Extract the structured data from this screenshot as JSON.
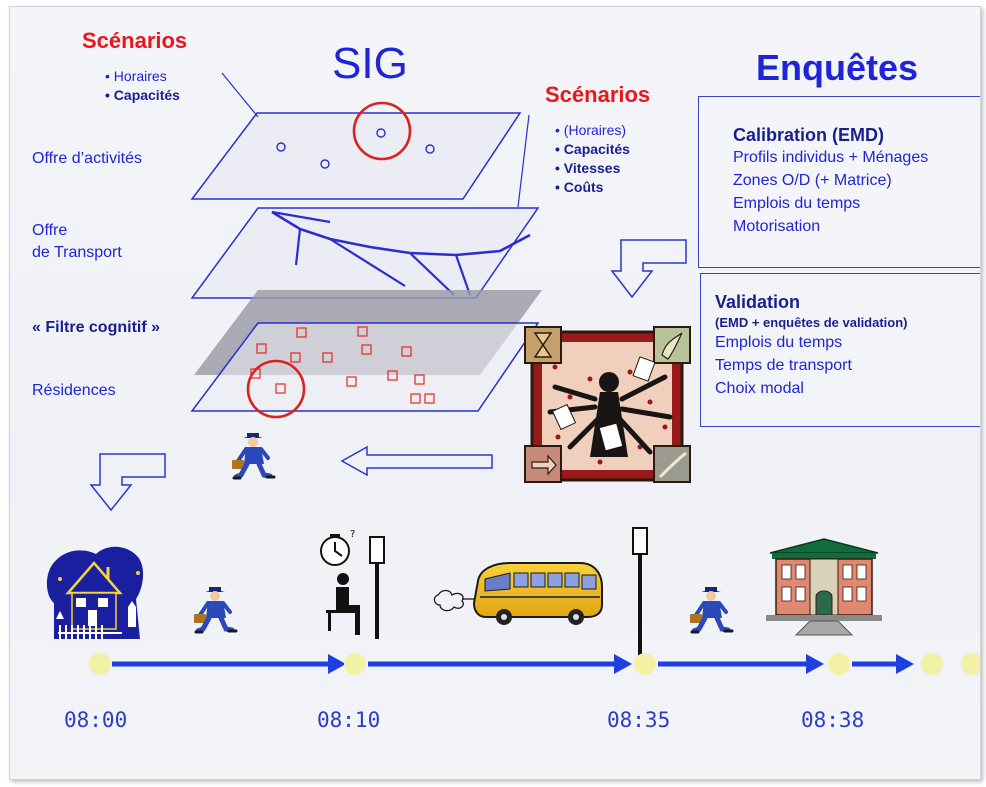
{
  "sig_title": "SIG",
  "enquetes_title": "Enquêtes",
  "scenarios_left": {
    "title": "Scénarios",
    "items": [
      "• Horaires",
      "• Capacités"
    ]
  },
  "scenarios_right": {
    "title": "Scénarios",
    "items": [
      "• (Horaires)",
      "• Capacités",
      "• Vitesses",
      "• Coûts"
    ]
  },
  "layers": {
    "activites": "Offre d’activités",
    "transport_1": "Offre",
    "transport_2": "de Transport",
    "filtre": "« Filtre cognitif »",
    "residences": "Résidences"
  },
  "calibration": {
    "title": "Calibration (EMD)",
    "lines": [
      "Profils individus + Ménages",
      "Zones O/D (+ Matrice)",
      "Emplois du temps",
      "Motorisation"
    ]
  },
  "validation": {
    "title": "Validation",
    "subtitle": "(EMD + enquêtes de validation)",
    "lines": [
      "Emplois du temps",
      "Temps de transport",
      "Choix modal"
    ]
  },
  "timeline": {
    "times": [
      "08:00",
      "08:10",
      "08:35",
      "08:38"
    ]
  },
  "colors": {
    "accent_blue": "#1f24d6",
    "accent_red": "#e8171d",
    "navy": "#1a1f8f",
    "timeline_blue": "#1f3fe0",
    "node_yellow": "#f3f1a6"
  },
  "icons": [
    "house-icon",
    "walking-man-icon",
    "clock-icon",
    "waiting-person-icon",
    "bus-stop-icon",
    "bus-icon",
    "station-building-icon",
    "busy-businessman-icon"
  ]
}
